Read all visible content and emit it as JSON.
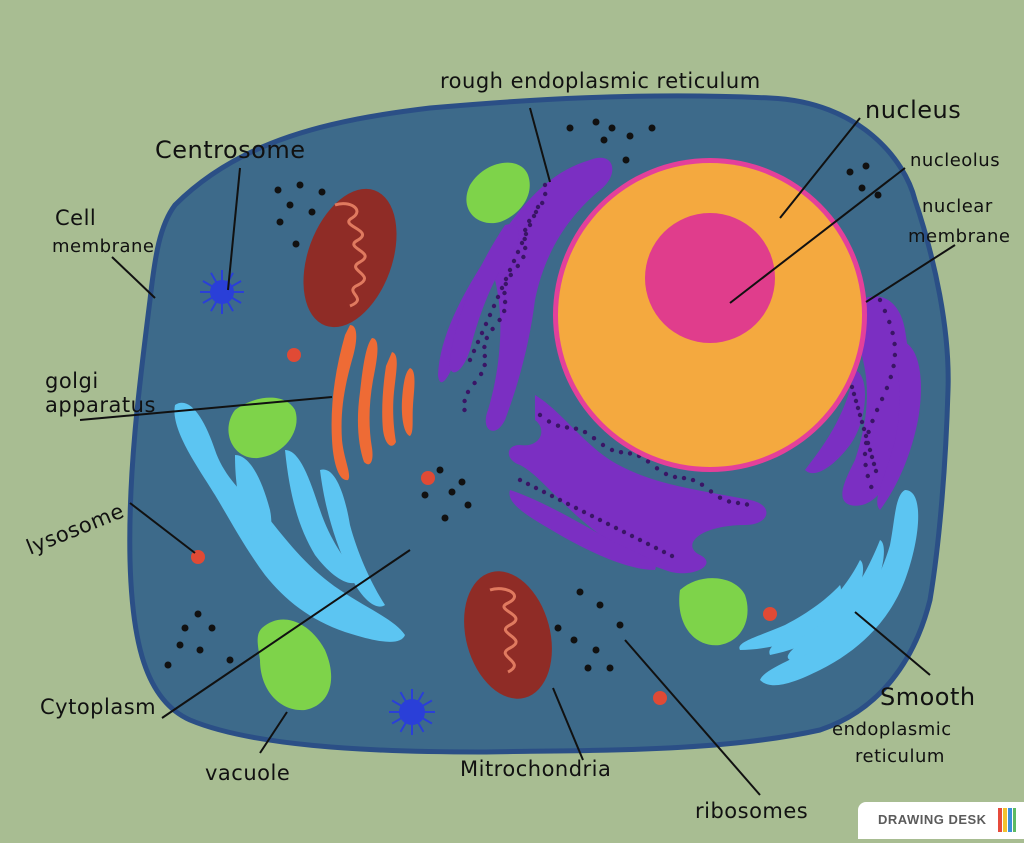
{
  "labels": {
    "rough_er": "rough endoplasmic reticulum",
    "nucleus": "nucleus",
    "nucleolus": "nucleolus",
    "nuclear_membrane": [
      "nuclear",
      "membrane"
    ],
    "centrosome": "Centrosome",
    "cell_membrane": [
      "Cell",
      "membrane"
    ],
    "golgi": [
      "golgi",
      "apparatus"
    ],
    "lysosome": "lysosome",
    "cytoplasm": "Cytoplasm",
    "vacuole": "vacuole",
    "mitochondria": "Mitrochondria",
    "ribosomes": "ribosomes",
    "smooth_er": [
      "Smooth",
      "endoplasmic",
      "reticulum"
    ]
  },
  "watermark": "DRAWING DESK",
  "colors": {
    "background": "#a8bd92",
    "cytoplasm": "#3d6a8a",
    "cell_membrane": "#2b4f86",
    "nucleus": "#f4a93f",
    "nuclear_membrane": "#e4409a",
    "nucleolus": "#e03d8c",
    "rough_er": "#7b2fc2",
    "smooth_er": "#5cc5f2",
    "golgi": "#ee6b35",
    "mitochondria": "#8f2c26",
    "vacuole": "#7ed34a",
    "lysosome": "#e04a35",
    "centrosome": "#2a3fd8",
    "ribosome": "#111111"
  }
}
